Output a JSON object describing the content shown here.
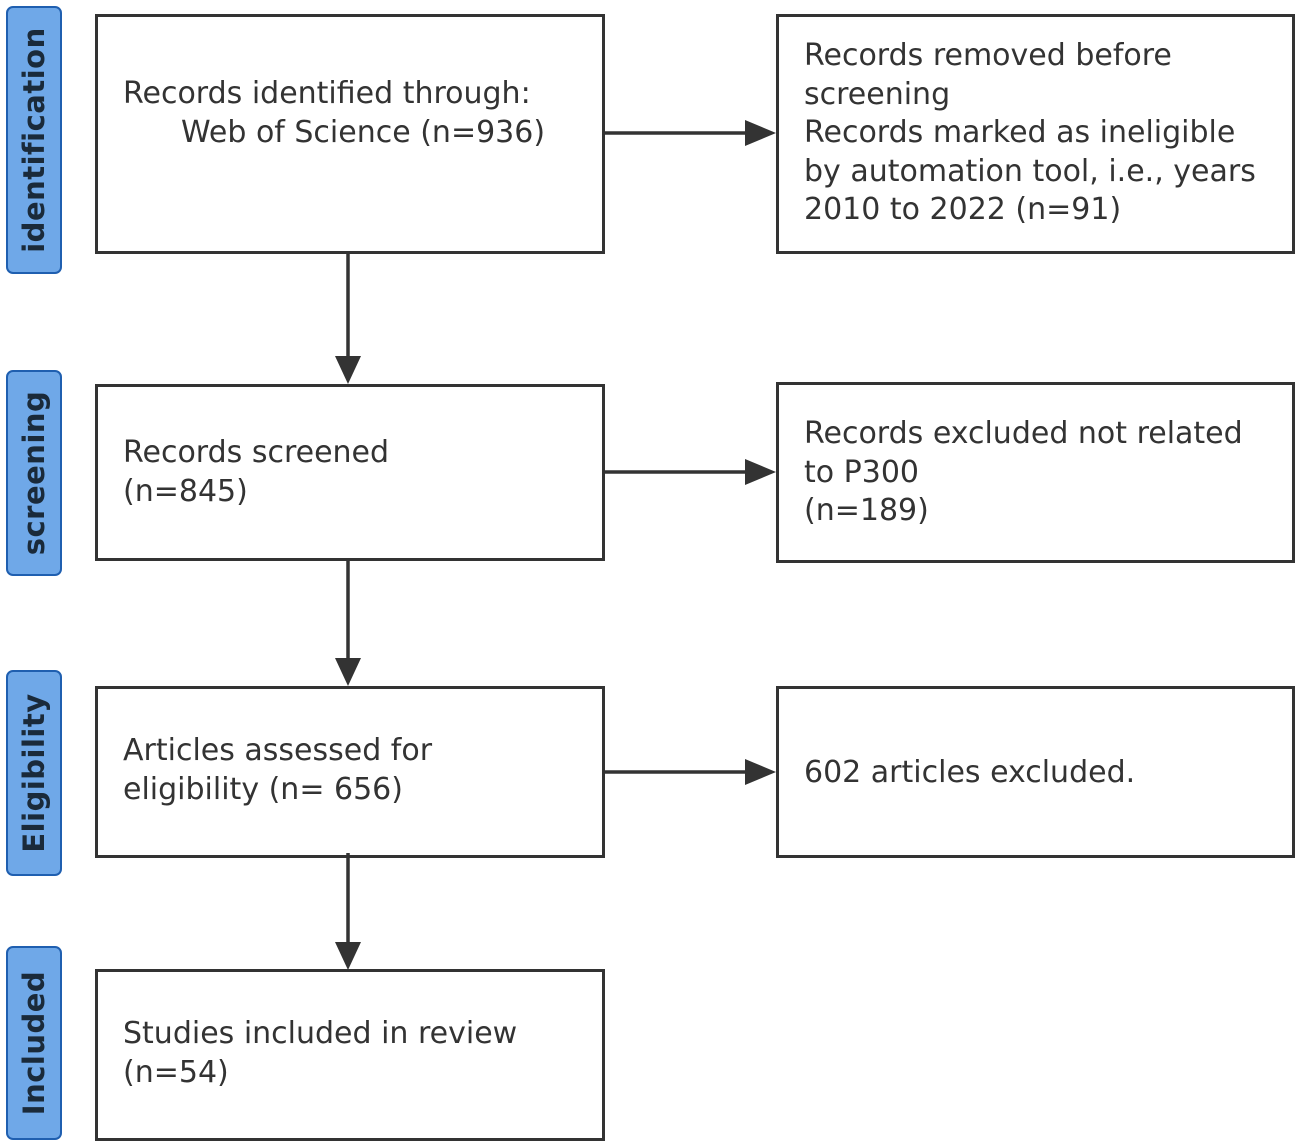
{
  "stages": {
    "identification": "identification",
    "screening": "screening",
    "eligibility": "Eligibility",
    "included": "Included"
  },
  "boxes": {
    "identified": {
      "line1": "Records identified through:",
      "line2": "Web of Science (n=936)"
    },
    "removed": {
      "line1": "Records removed before",
      "line2": "screening",
      "line3": "Records marked as ineligible",
      "line4": "by automation tool, i.e., years",
      "line5": "2010 to 2022 (n=91)"
    },
    "screened": {
      "line1": "Records screened",
      "line2": "(n=845)"
    },
    "excluded_not_related": {
      "line1": "Records excluded not related",
      "line2": "to P300",
      "line3": "(n=189)"
    },
    "assessed": {
      "line1": "Articles assessed for",
      "line2": "eligibility (n= 656)"
    },
    "articles_excluded": {
      "line1": "602 articles excluded."
    },
    "included": {
      "line1": "Studies included in review",
      "line2": "(n=54)"
    }
  },
  "colors": {
    "stage_fill": "#6fa8e8",
    "stage_border": "#1f5fb0",
    "box_border": "#333333",
    "arrow": "#333333"
  }
}
